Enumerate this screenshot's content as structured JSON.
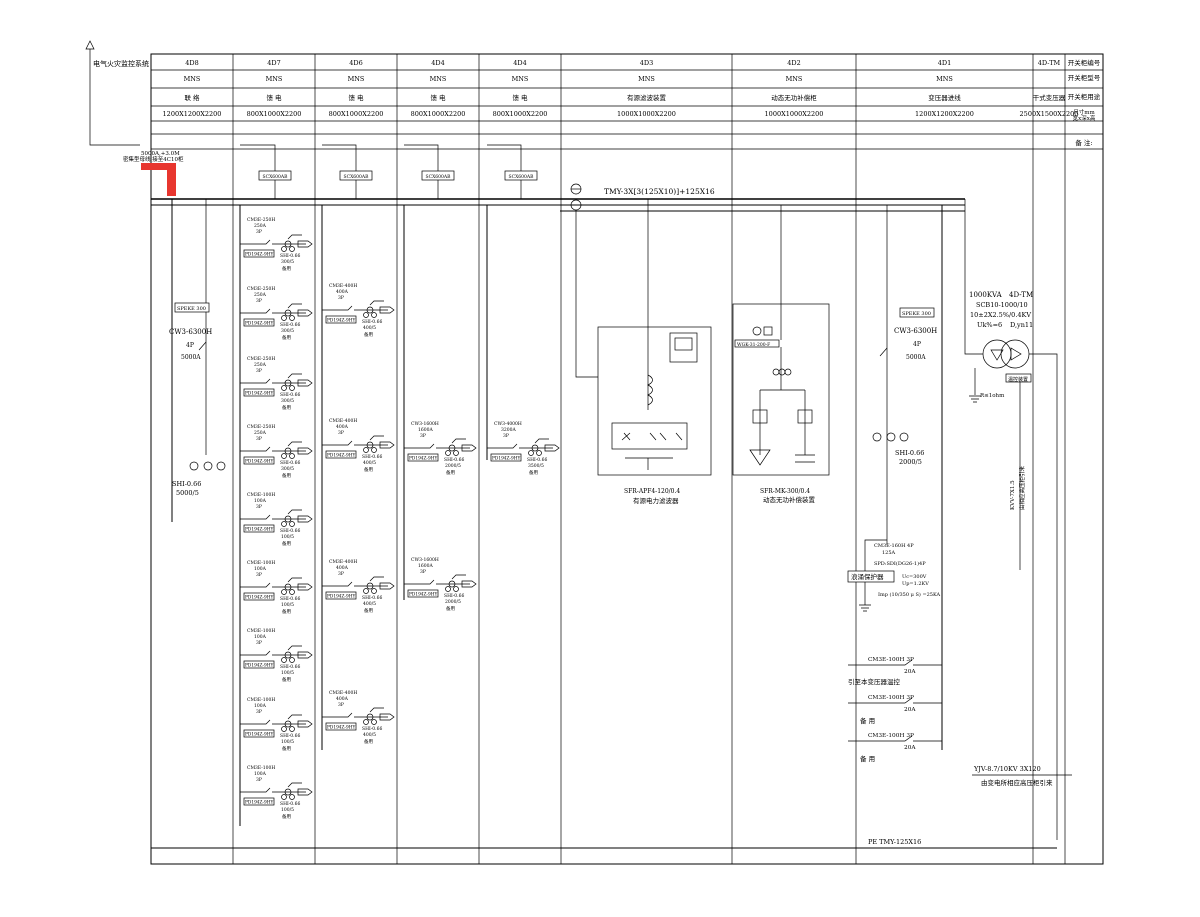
{
  "monitor_label": "电气火灾监控系统",
  "row_labels": [
    "开关柜编号",
    "开关柜型号",
    "开关柜用途",
    "尺寸mm",
    "宽x深x高",
    "备 注:"
  ],
  "cabinets": [
    {
      "id": "4D8",
      "model": "MNS",
      "use": "联 络",
      "size": "1200X1200X2200"
    },
    {
      "id": "4D7",
      "model": "MNS",
      "use": "馈 电",
      "size": "800X1000X2200"
    },
    {
      "id": "4D6",
      "model": "MNS",
      "use": "馈 电",
      "size": "800X1000X2200"
    },
    {
      "id": "4D4",
      "model": "MNS",
      "use": "馈 电",
      "size": "800X1000X2200"
    },
    {
      "id": "4D4",
      "model": "MNS",
      "use": "馈 电",
      "size": "800X1000X2200"
    },
    {
      "id": "4D3",
      "model": "MNS",
      "use": "有源滤波装置",
      "size": "1000X1000X2200"
    },
    {
      "id": "4D2",
      "model": "MNS",
      "use": "动态无功补偿柜",
      "size": "1000X1000X2200"
    },
    {
      "id": "4D1",
      "model": "MNS",
      "use": "变压器进线",
      "size": "1200X1200X2200"
    },
    {
      "id": "4D-TM",
      "model": "",
      "use": "干式变压器",
      "size": "2500X1500X2200"
    }
  ],
  "busway_note": [
    "5000A,+3.0M",
    "密集型母线  接至4C10柜"
  ],
  "main_bus_label": "TMY-3X[3(125X10)]+125X16",
  "pe_bus_label": "PE TMY-125X16",
  "scx_label": "SCX600AB",
  "tie_cabinet": {
    "meter": "SPEKE 300",
    "breaker": "CW3-6300H",
    "poles": "4P",
    "rating": "5000A",
    "ct": "SHI-0.66",
    "ct_ratio": "5000/5"
  },
  "incomer": {
    "meter": "SPEKE 300",
    "breaker": "CW3-6300H",
    "poles": "4P",
    "rating": "5000A",
    "ct": "SHI-0.66",
    "ct_ratio": "2000/5",
    "spd_breaker": "CM3E-160H 4P",
    "spd_rating": "125A",
    "spd_model": "SPD:SDI(DG26-1)4P",
    "spd_uc": "Uc=300V",
    "spd_up": "Up=1.2KV",
    "spd_imp": "Imp (10/350 μ S) =25KA",
    "spd_box": "浪涌保护器",
    "aux": [
      {
        "breaker": "CM3E-100H 3P",
        "rating": "20A",
        "note": "引至本变压器温控"
      },
      {
        "breaker": "CM3E-100H 3P",
        "rating": "20A",
        "note": "备 用"
      },
      {
        "breaker": "CM3E-100H 3P",
        "rating": "20A",
        "note": "备 用"
      }
    ]
  },
  "apf": {
    "model": "SFR-APF4-120/0.4",
    "name": "有源电力滤波器"
  },
  "svg_comp": {
    "tag": "WGK-31-200-F",
    "model": "SFR-MK-300/0.4",
    "name": "动态无功补偿装置"
  },
  "transformer": {
    "rating": "1000KVA",
    "tag": "4D-TM",
    "model": "SCB10-1000/10",
    "ratio": "10±2X2.5%/0.4KV",
    "uk": "Uk%=6",
    "vector": "D,yn11",
    "ground": "R≤1ohm",
    "temp_box": "温控装置",
    "cable1": "KVV-7X1.5",
    "cable1_note": "由相应高压柜引来",
    "hv_cable": "YJV-8.7/10KV 3X120",
    "hv_note": "由变电所相应高压柜引来"
  },
  "feeders_4d7": [
    {
      "breaker": "CM3E-250H",
      "rating": "250A",
      "poles": "3P",
      "meter": "PD194Z-9HY",
      "ct": "SHI-0.66",
      "ct_ratio": "300/5",
      "note": "备用"
    },
    {
      "breaker": "CM3E-250H",
      "rating": "250A",
      "poles": "3P",
      "meter": "PD194Z-9HY",
      "ct": "SHI-0.66",
      "ct_ratio": "300/5",
      "note": "备用"
    },
    {
      "breaker": "CM3E-250H",
      "rating": "250A",
      "poles": "3P",
      "meter": "PD194Z-9HY",
      "ct": "SHI-0.66",
      "ct_ratio": "300/5",
      "note": "备用"
    },
    {
      "breaker": "CM3E-250H",
      "rating": "250A",
      "poles": "3P",
      "meter": "PD194Z-9HY",
      "ct": "SHI-0.66",
      "ct_ratio": "300/5",
      "note": "备用"
    },
    {
      "breaker": "CM3E-100H",
      "rating": "100A",
      "poles": "3P",
      "meter": "PD194Z-9HY",
      "ct": "SHI-0.66",
      "ct_ratio": "100/5",
      "note": "备用"
    },
    {
      "breaker": "CM3E-100H",
      "rating": "100A",
      "poles": "3P",
      "meter": "PD194Z-9HY",
      "ct": "SHI-0.66",
      "ct_ratio": "100/5",
      "note": "备用"
    },
    {
      "breaker": "CM3E-100H",
      "rating": "100A",
      "poles": "3P",
      "meter": "PD194Z-9HY",
      "ct": "SHI-0.66",
      "ct_ratio": "100/5",
      "note": "备用"
    },
    {
      "breaker": "CM3E-100H",
      "rating": "100A",
      "poles": "3P",
      "meter": "PD194Z-9HY",
      "ct": "SHI-0.66",
      "ct_ratio": "100/5",
      "note": "备用"
    },
    {
      "breaker": "CM3E-100H",
      "rating": "100A",
      "poles": "3P",
      "meter": "PD194Z-9HY",
      "ct": "SHI-0.66",
      "ct_ratio": "100/5",
      "note": "备用"
    }
  ],
  "feeders_4d6": [
    {
      "breaker": "CM3E-400H",
      "rating": "400A",
      "poles": "3P",
      "meter": "PD194Z-9HY",
      "ct": "SHI-0.66",
      "ct_ratio": "400/5",
      "note": "备用"
    },
    {
      "breaker": "CM3E-400H",
      "rating": "400A",
      "poles": "3P",
      "meter": "PD194Z-9HY",
      "ct": "SHI-0.66",
      "ct_ratio": "400/5",
      "note": "备用"
    },
    {
      "breaker": "CM3E-400H",
      "rating": "400A",
      "poles": "3P",
      "meter": "PD194Z-9HY",
      "ct": "SHI-0.66",
      "ct_ratio": "400/5",
      "note": "备用"
    },
    {
      "breaker": "CM3E-400H",
      "rating": "400A",
      "poles": "3P",
      "meter": "PD194Z-9HY",
      "ct": "SHI-0.66",
      "ct_ratio": "400/5",
      "note": "备用"
    }
  ],
  "feeders_4d4a": [
    {
      "breaker": "CW3-1600H",
      "rating": "1600A",
      "poles": "3P",
      "meter": "PD194Z-9HY",
      "ct": "SHI-0.66",
      "ct_ratio": "2000/5",
      "note": "备用"
    },
    {
      "breaker": "CW3-1600H",
      "rating": "1600A",
      "poles": "3P",
      "meter": "PD194Z-9HY",
      "ct": "SHI-0.66",
      "ct_ratio": "2000/5",
      "note": "备用"
    }
  ],
  "feeders_4d4b": [
    {
      "breaker": "CW3-4000H",
      "rating": "3200A",
      "poles": "3P",
      "meter": "PD194Z-9HY",
      "ct": "SHI-0.66",
      "ct_ratio": "3500/5",
      "note": "备用"
    }
  ]
}
